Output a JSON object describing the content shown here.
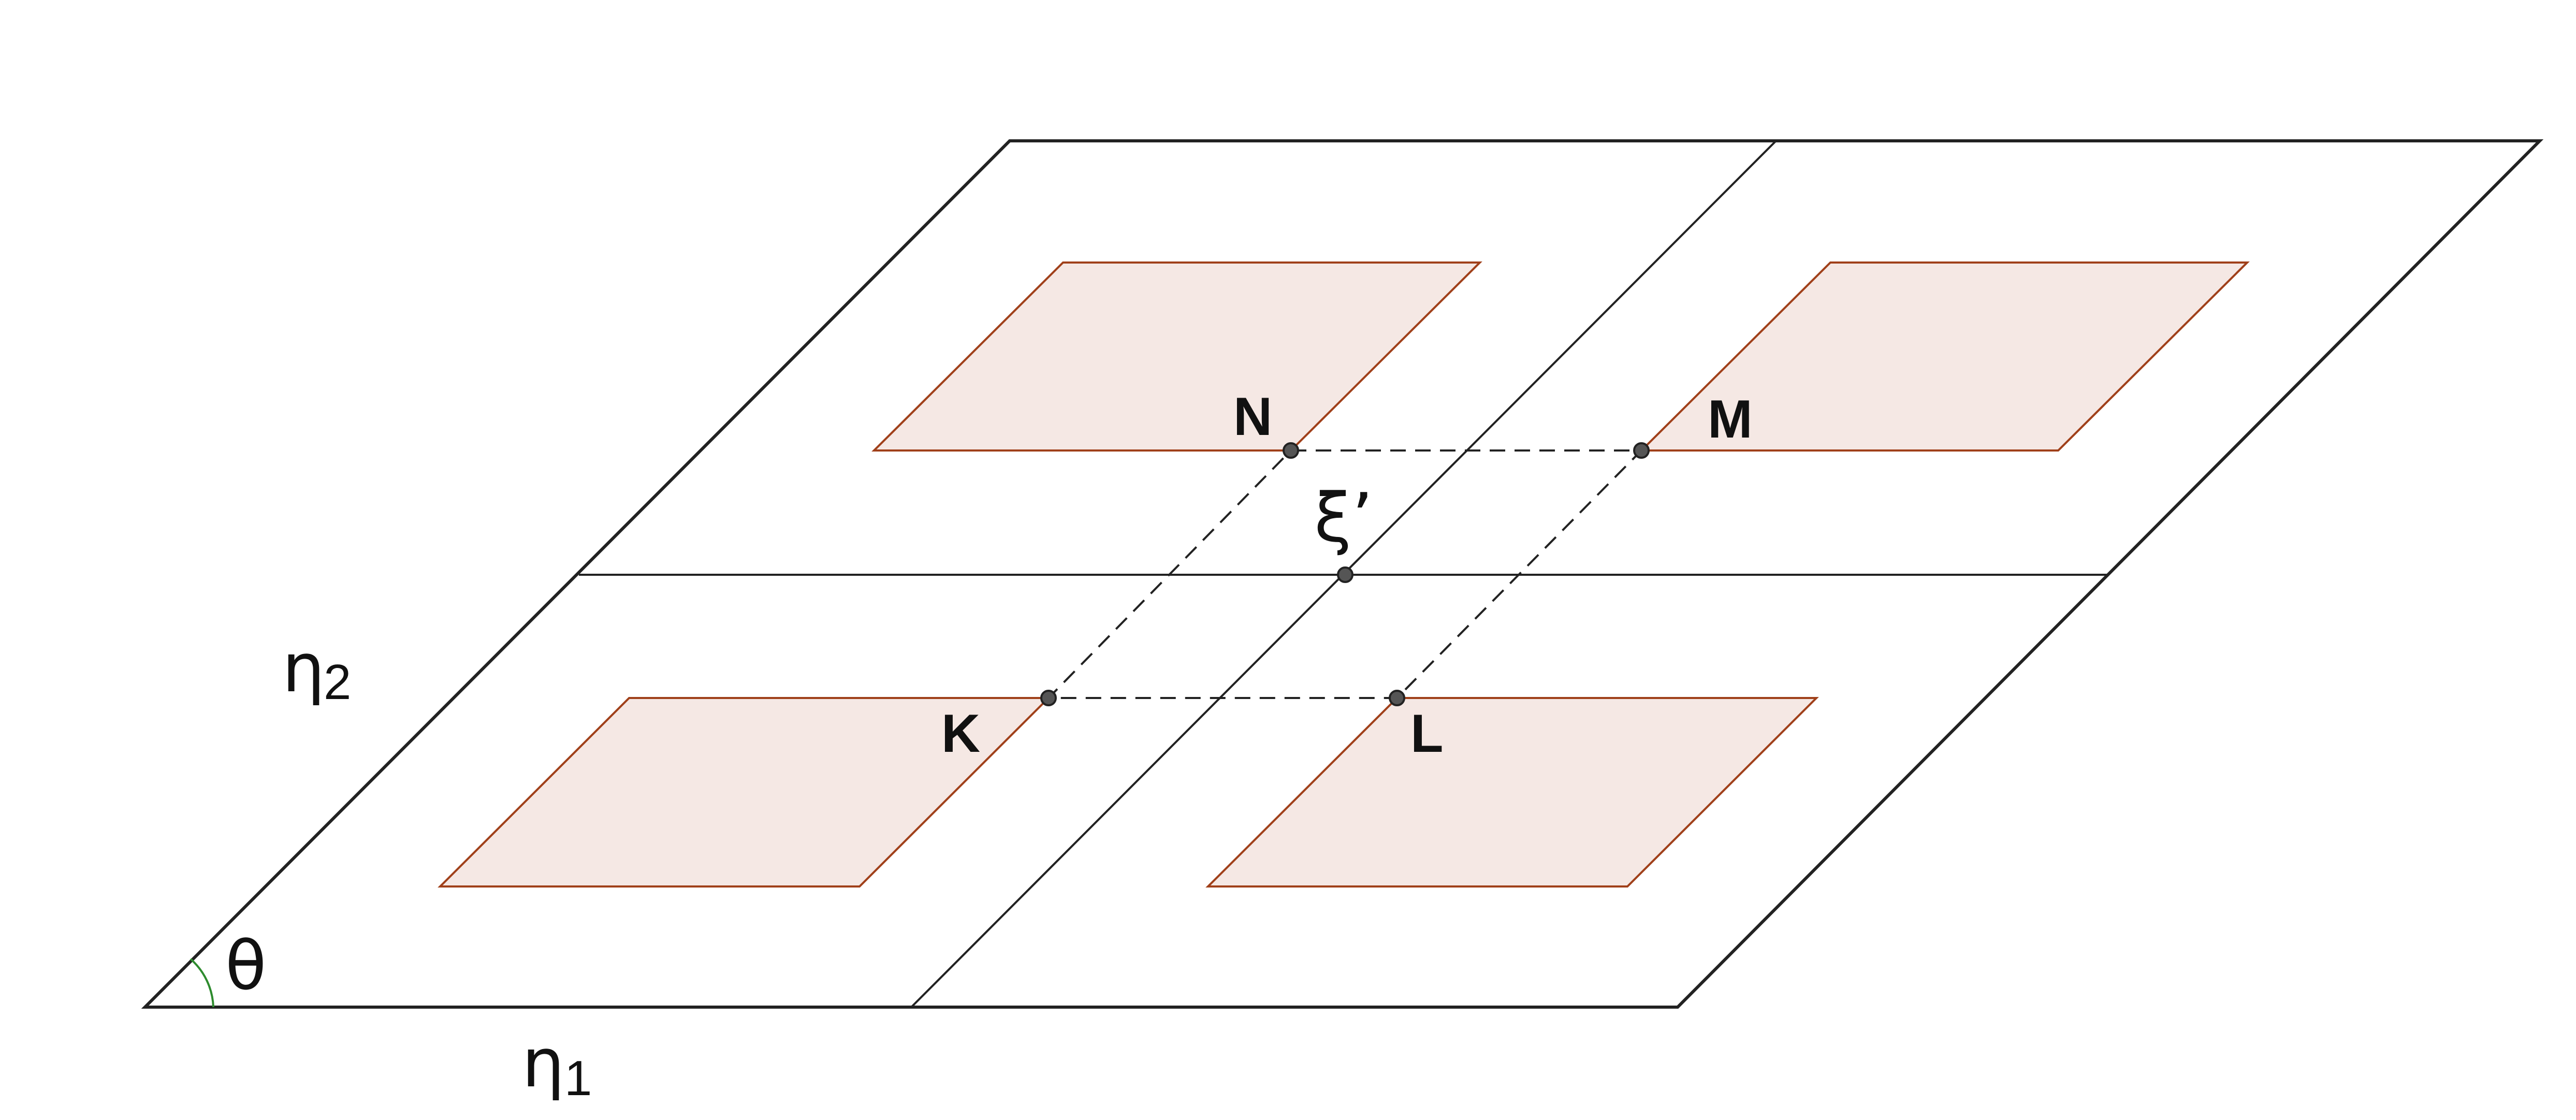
{
  "labels": {
    "eta1": {
      "main": "η",
      "sub": "1"
    },
    "eta2": {
      "main": "η",
      "sub": "2"
    },
    "theta": "θ",
    "xi": "ξ’",
    "N": "N",
    "M": "M",
    "K": "K",
    "L": "L"
  },
  "colors": {
    "outline": "#222222",
    "patch_fill": "#f5e8e4",
    "patch_stroke": "#a0401a",
    "angle_arc": "#2e8b2e",
    "point_fill": "#555555"
  }
}
